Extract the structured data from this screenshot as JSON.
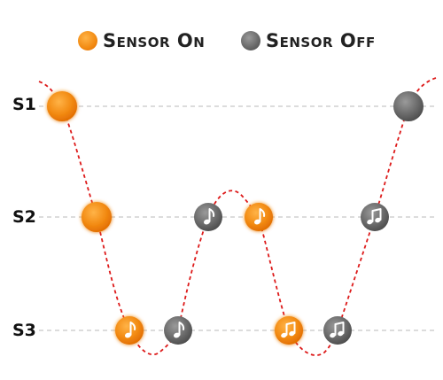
{
  "legend": {
    "on_label": "Sensor On",
    "off_label": "Sensor Off"
  },
  "rows": [
    {
      "label": "S1"
    },
    {
      "label": "S2"
    },
    {
      "label": "S3"
    }
  ],
  "nodes": [
    {
      "row": "S1",
      "state": "on",
      "icon": "none"
    },
    {
      "row": "S2",
      "state": "on",
      "icon": "none"
    },
    {
      "row": "S3",
      "state": "on",
      "icon": "single-music-note-icon"
    },
    {
      "row": "S3",
      "state": "off",
      "icon": "single-music-note-icon"
    },
    {
      "row": "S2",
      "state": "off",
      "icon": "single-music-note-icon"
    },
    {
      "row": "S2",
      "state": "on",
      "icon": "single-music-note-icon"
    },
    {
      "row": "S3",
      "state": "on",
      "icon": "double-music-note-icon"
    },
    {
      "row": "S3",
      "state": "off",
      "icon": "double-music-note-icon"
    },
    {
      "row": "S2",
      "state": "off",
      "icon": "double-music-note-icon"
    },
    {
      "row": "S1",
      "state": "off",
      "icon": "none"
    }
  ],
  "colors": {
    "on": "#f28a12",
    "off": "#666666",
    "path": "#dd1a1a",
    "guide": "#d0d0d0"
  }
}
